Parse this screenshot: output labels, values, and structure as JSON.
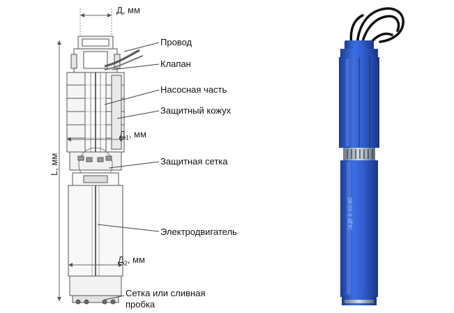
{
  "callouts": [
    "Провод",
    "Клапан",
    "Насосная часть",
    "Защитный кожух",
    "Защитная сетка",
    "Электродвигатель",
    "Сетка или сливная",
    "пробка"
  ],
  "dimensions": {
    "d_top": {
      "main": "Д",
      "sub": "",
      "unit": ", мм"
    },
    "d1": {
      "main": "Д",
      "sub": "1",
      "unit": ", мм"
    },
    "d2": {
      "main": "Д",
      "sub": "2",
      "unit": ", мм"
    },
    "length": "L, мм"
  },
  "photo": {
    "stamp": "ЭЦВ 6-10-80"
  },
  "colors": {
    "pump_blue": "#2f5fd0",
    "pump_blue_dark": "#1e3f9a",
    "line": "#444444",
    "cable": "#111111"
  }
}
